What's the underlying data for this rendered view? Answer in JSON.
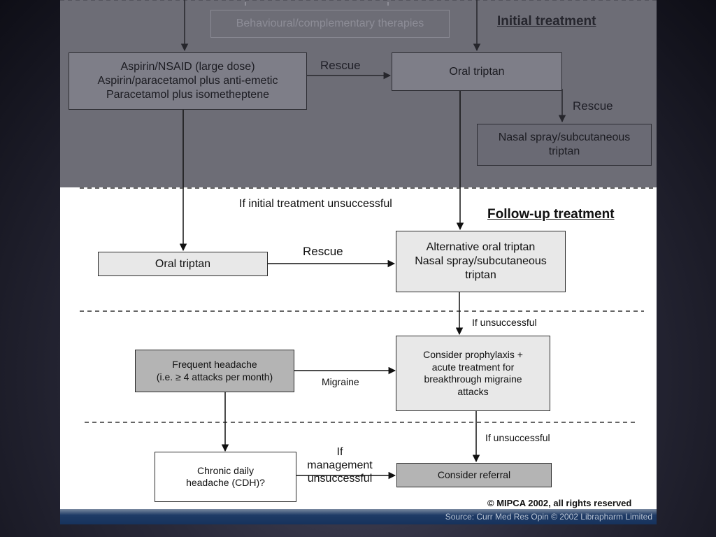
{
  "header": {
    "initial_treatment_title": "Initial treatment",
    "behavioural_box": "Behavioural/complementary therapies"
  },
  "initial": {
    "box_left": "Aspirin/NSAID (large dose)\nAspirin/paracetamol plus anti-emetic\nParacetamol plus isometheptene",
    "rescue_1": "Rescue",
    "box_oral_triptan": "Oral triptan",
    "rescue_2": "Rescue",
    "box_nasal": "Nasal spray/subcutaneous\ntriptan"
  },
  "followup": {
    "if_initial_unsuccessful": "If initial treatment unsuccessful",
    "title": "Follow-up treatment",
    "box_oral_triptan": "Oral triptan",
    "rescue": "Rescue",
    "box_alternative": "Alternative oral triptan\nNasal spray/subcutaneous\ntriptan",
    "if_unsuccessful_1": "If unsuccessful",
    "box_frequent": "Frequent headache\n(i.e. ≥ 4 attacks per month)",
    "migraine": "Migraine",
    "box_prophylaxis": "Consider prophylaxis +\nacute treatment for\nbreakthrough migraine\nattacks",
    "if_unsuccessful_2": "If unsuccessful",
    "box_cdh": "Chronic daily\nheadache (CDH)?",
    "if_management_unsuccessful": "If\nmanagement\nunsuccessful",
    "box_referral": "Consider referral"
  },
  "copyright": "© MIPCA 2002, all rights reserved",
  "source": "Source: Curr Med Res Opin © 2002 Librapharm Limited"
}
